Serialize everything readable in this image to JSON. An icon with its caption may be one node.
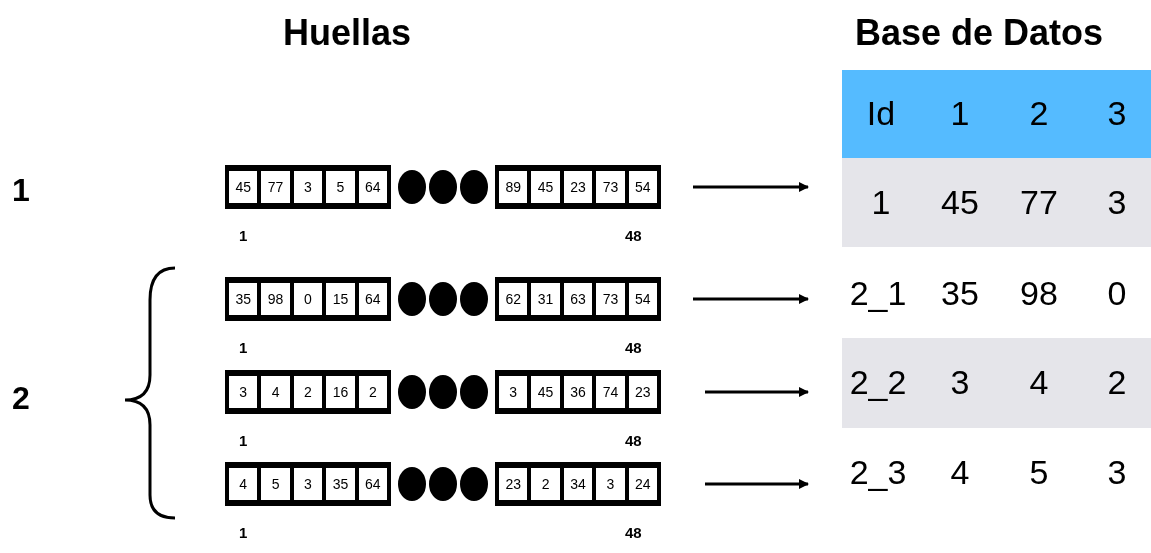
{
  "diagram": {
    "nodes": [
      {
        "text": [
          "Id",
          "1",
          "2",
          "3"
        ]
      },
      {
        "text": [
          "45",
          "77",
          "3",
          "5",
          "64",
          "89",
          "45",
          "23",
          "73",
          "54"
        ],
        "beside": [
          "1",
          "48"
        ]
      },
      {
        "text": [
          "1",
          "45",
          "77",
          "3"
        ]
      },
      {
        "text": [
          "35",
          "98",
          "0",
          "15",
          "64",
          "62",
          "31",
          "63",
          "73",
          "54"
        ],
        "beside": [
          "1",
          "48"
        ]
      },
      {
        "text": [
          "2_1",
          "35",
          "98",
          "0"
        ]
      },
      {
        "text": [
          "3",
          "4",
          "2",
          "16",
          "2",
          "3",
          "45",
          "36",
          "74",
          "23"
        ],
        "beside": [
          "1",
          "48"
        ]
      },
      {
        "text": [
          "2_2",
          "3",
          "4",
          "2"
        ]
      },
      {
        "text": [
          "4",
          "5",
          "3",
          "35",
          "64",
          "23",
          "2",
          "34",
          "3",
          "24"
        ],
        "beside": [
          "1",
          "48"
        ]
      },
      {
        "text": [
          "2_3",
          "4",
          "5",
          "3"
        ]
      }
    ],
    "edges": [
      {
        "from": 1,
        "to": 2,
        "arrow": "to"
      },
      {
        "from": 3,
        "to": 4,
        "arrow": "to"
      },
      {
        "from": 5,
        "to": 6,
        "arrow": "to"
      },
      {
        "from": 7,
        "to": 8,
        "arrow": "to"
      }
    ],
    "labels": [
      "Huellas",
      "Base de Datos",
      "1",
      "2"
    ]
  }
}
